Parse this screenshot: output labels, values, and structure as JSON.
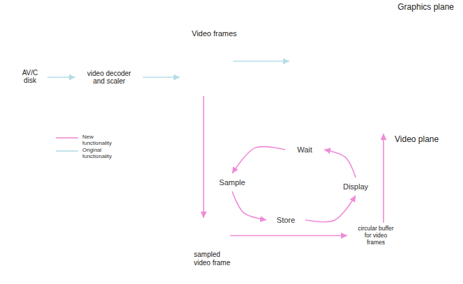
{
  "diagram": {
    "nodes": [
      {
        "text": [
          "AV/C disk"
        ]
      },
      {
        "text": [
          "video decoder and scaler"
        ]
      },
      {
        "text": [
          "Video frames"
        ]
      },
      {
        "text": [
          "Video plane"
        ]
      },
      {
        "text": [
          "Graphics plane"
        ]
      },
      {
        "text": [
          "Wait"
        ]
      },
      {
        "text": [
          "Sample"
        ]
      },
      {
        "text": [
          "Display"
        ]
      },
      {
        "text": [
          "Store"
        ]
      },
      {
        "text": [
          "sampled video frame"
        ]
      },
      {
        "text": [
          "circular buffer for video frames"
        ]
      }
    ],
    "edges": [
      {
        "from": 0,
        "to": 1,
        "arrow": "to"
      },
      {
        "from": 1,
        "to": 2,
        "arrow": "to"
      },
      {
        "from": 2,
        "to": 3,
        "arrow": "to"
      },
      {
        "from": 2,
        "to": 9,
        "arrow": "to"
      },
      {
        "from": 9,
        "to": 10,
        "arrow": "to"
      },
      {
        "from": 10,
        "to": 4,
        "arrow": "to"
      },
      {
        "from": 5,
        "to": 6,
        "arrow": "to"
      },
      {
        "from": 6,
        "to": 8,
        "arrow": "to"
      },
      {
        "from": 8,
        "to": 7,
        "arrow": "to"
      },
      {
        "from": 7,
        "to": 5,
        "arrow": "to"
      }
    ],
    "legend": [
      {
        "text": "New functionality"
      },
      {
        "text": "Original functionality"
      }
    ]
  }
}
